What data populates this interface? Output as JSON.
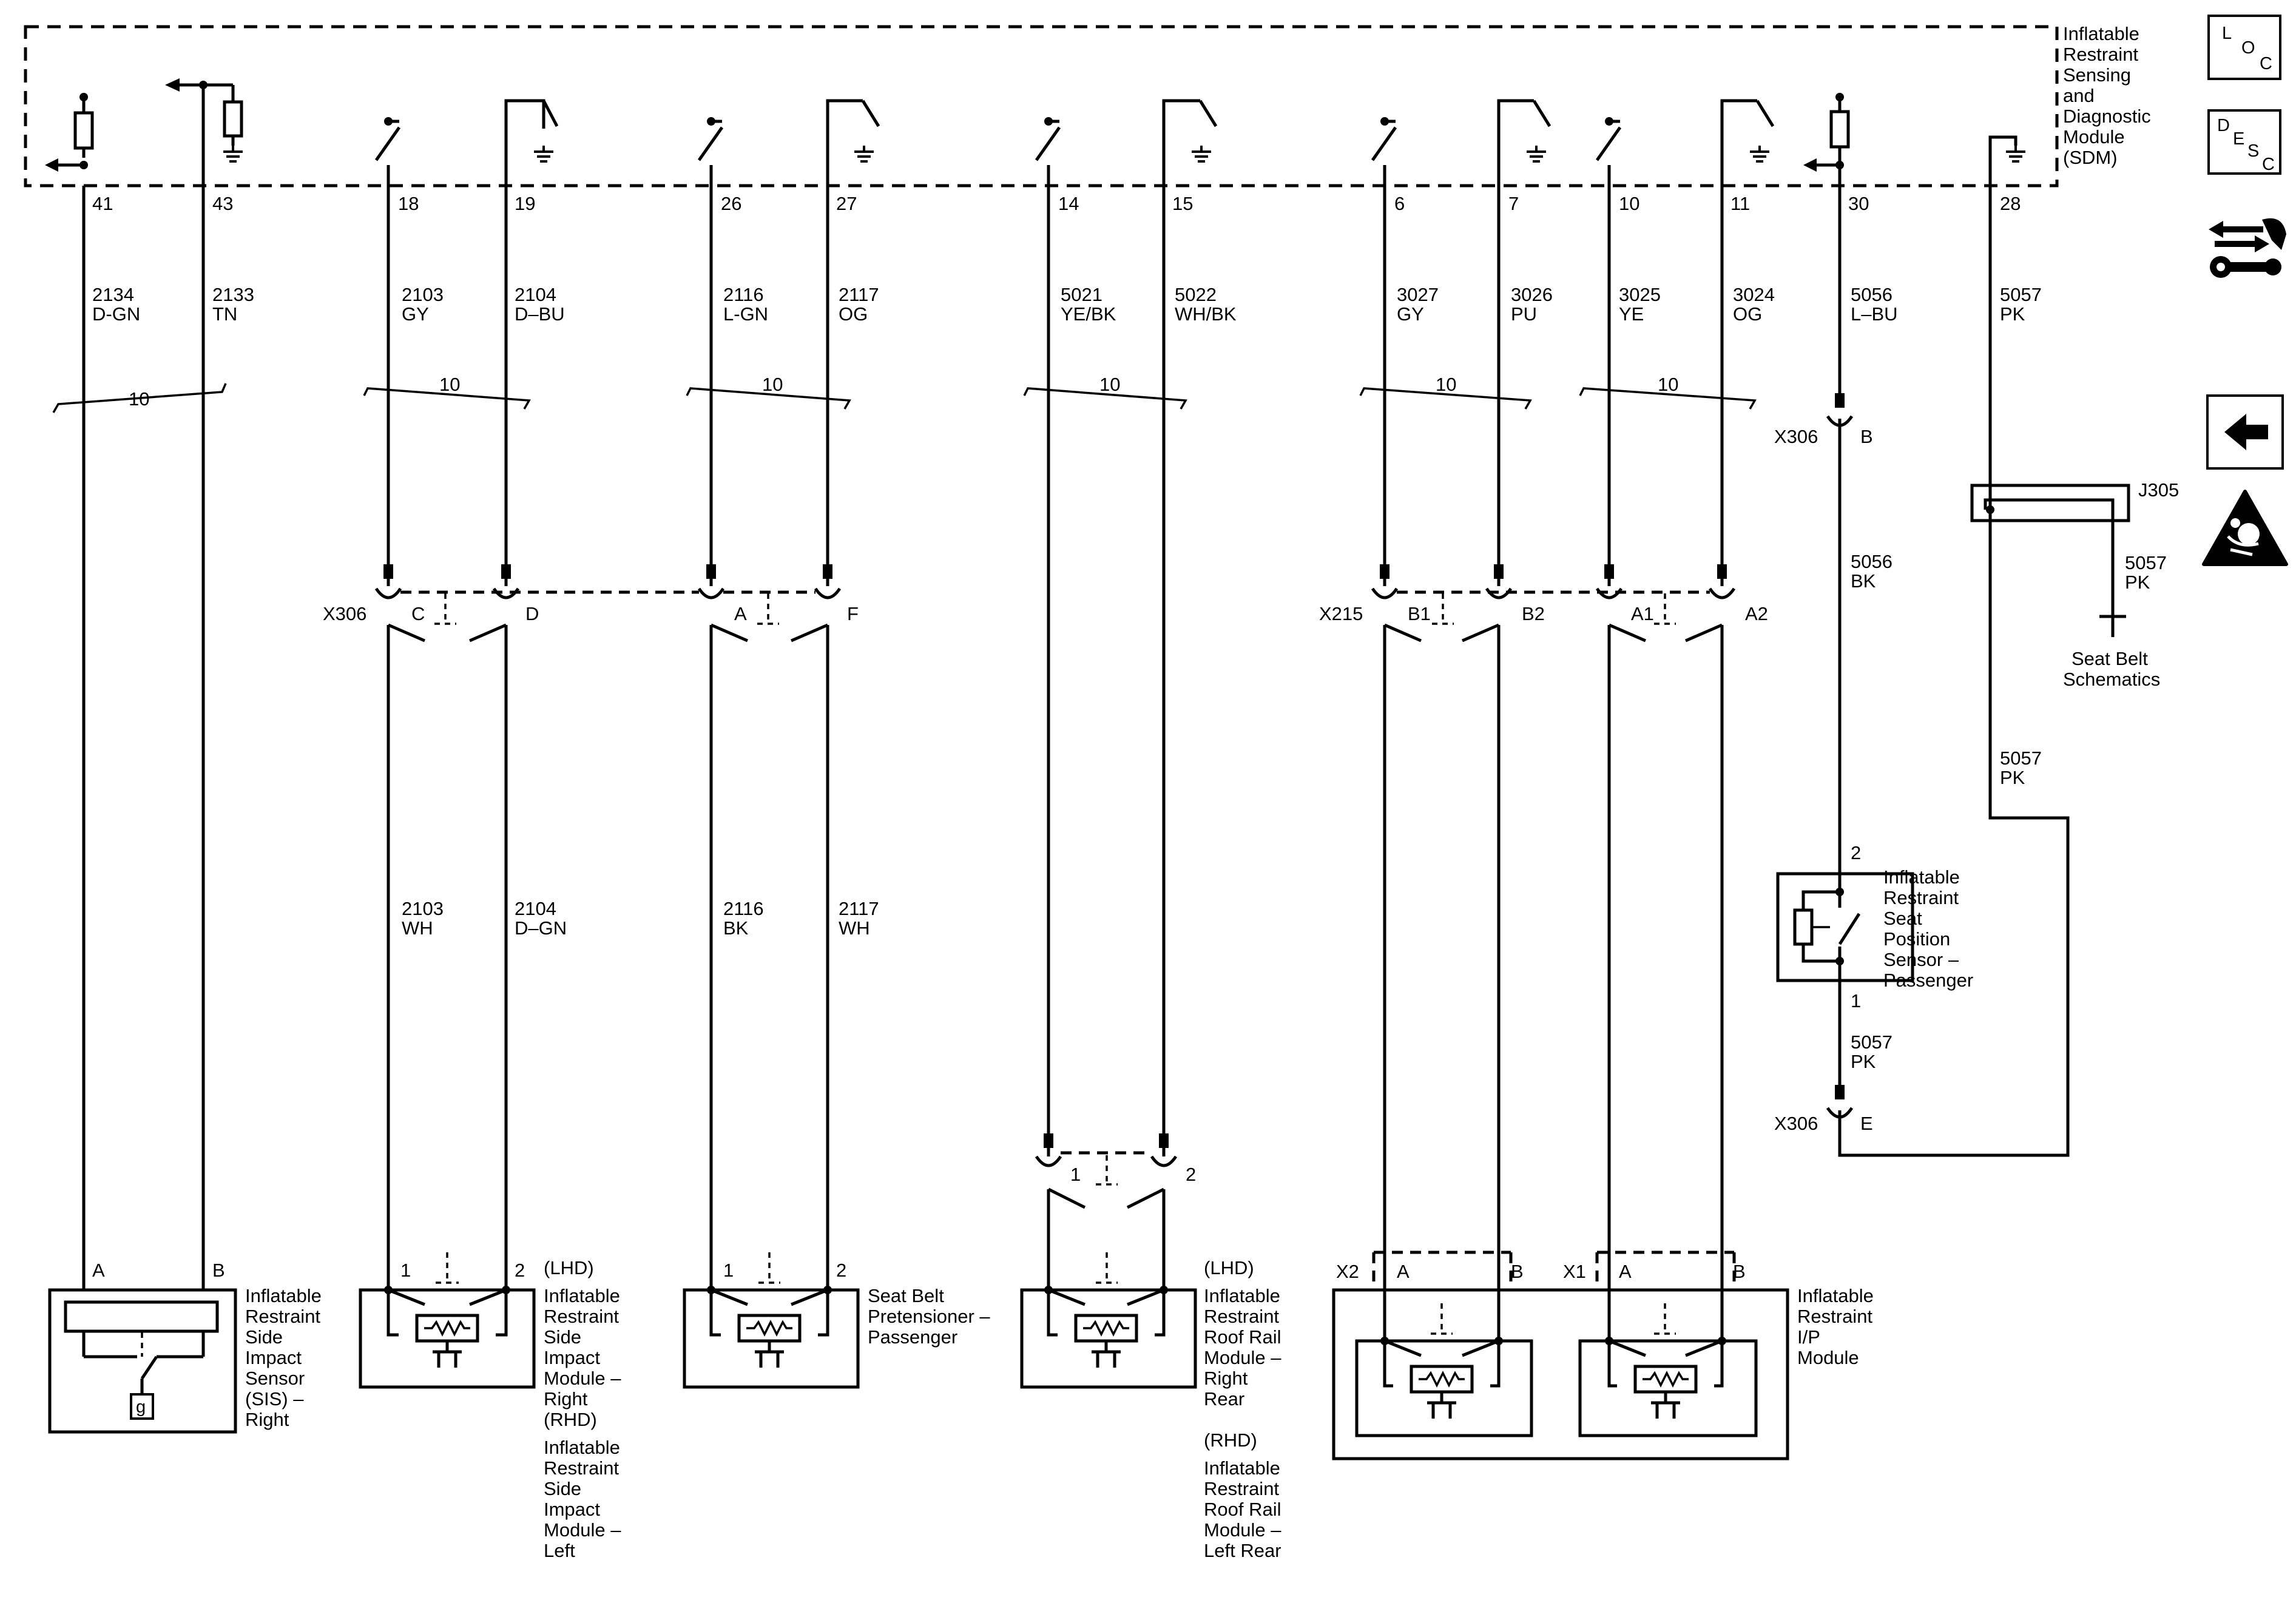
{
  "sdm_module": {
    "label_lines": [
      "Inflatable",
      "Restraint",
      "Sensing",
      "and",
      "Diagnostic",
      "Module",
      "(SDM)"
    ]
  },
  "sdm_pins": [
    "41",
    "43",
    "18",
    "19",
    "26",
    "27",
    "14",
    "15",
    "6",
    "7",
    "10",
    "11",
    "30",
    "28"
  ],
  "wires_upper": [
    {
      "id": "41",
      "circuit": "2134",
      "color": "D-GN"
    },
    {
      "id": "43",
      "circuit": "2133",
      "color": "TN"
    },
    {
      "id": "18",
      "circuit": "2103",
      "color": "GY"
    },
    {
      "id": "19",
      "circuit": "2104",
      "color": "D–BU"
    },
    {
      "id": "26",
      "circuit": "2116",
      "color": "L-GN"
    },
    {
      "id": "27",
      "circuit": "2117",
      "color": "OG"
    },
    {
      "id": "14",
      "circuit": "5021",
      "color": "YE/BK"
    },
    {
      "id": "15",
      "circuit": "5022",
      "color": "WH/BK"
    },
    {
      "id": "6",
      "circuit": "3027",
      "color": "GY"
    },
    {
      "id": "7",
      "circuit": "3026",
      "color": "PU"
    },
    {
      "id": "10",
      "circuit": "3025",
      "color": "YE"
    },
    {
      "id": "11",
      "circuit": "3024",
      "color": "OG"
    },
    {
      "id": "30",
      "circuit": "5056",
      "color": "L–BU"
    },
    {
      "id": "28",
      "circuit": "5057",
      "color": "PK"
    }
  ],
  "twist_count": "10",
  "wires_lower": [
    {
      "id": "18",
      "circuit": "2103",
      "color": "WH"
    },
    {
      "id": "19",
      "circuit": "2104",
      "color": "D–GN"
    },
    {
      "id": "26",
      "circuit": "2116",
      "color": "BK"
    },
    {
      "id": "27",
      "circuit": "2117",
      "color": "WH"
    }
  ],
  "connectors": {
    "x306": "X306",
    "x215": "X215",
    "x306_pin_c": "C",
    "x306_pin_d": "D",
    "x306_pin_a": "A",
    "x306_pin_f": "F",
    "x215_pin_b1": "B1",
    "x215_pin_b2": "B2",
    "x215_pin_a1": "A1",
    "x215_pin_a2": "A2",
    "x306_pin_b": "B",
    "x306_pin_e": "E",
    "roof_pin_1": "1",
    "roof_pin_2": "2",
    "j305": "J305"
  },
  "seat_position_circuit": {
    "upper_wire": {
      "circuit": "5056",
      "color": "BK"
    },
    "lower_wire": {
      "circuit": "5057",
      "color": "PK"
    },
    "sensor_pin_top": "2",
    "sensor_pin_bottom": "1",
    "sensor_label_lines": [
      "Inflatable",
      "Restraint",
      "Seat",
      "Position",
      "Sensor –",
      "Passenger"
    ]
  },
  "j305_branch": {
    "wire_right": {
      "circuit": "5057",
      "color": "PK"
    },
    "wire_down": {
      "circuit": "5057",
      "color": "PK"
    },
    "ref_label_lines": [
      "Seat Belt",
      "Schematics"
    ]
  },
  "components": {
    "sis_right": {
      "pin_a": "A",
      "pin_b": "B",
      "ground_label": "g",
      "label_lines": [
        "Inflatable",
        "Restraint",
        "Side",
        "Impact",
        "Sensor",
        "(SIS) –",
        "Right"
      ]
    },
    "side_impact_module": {
      "pin_1": "1",
      "pin_2": "2",
      "label_lines": [
        "(LHD)",
        "Inflatable",
        "Restraint",
        "Side",
        "Impact",
        "Module –",
        "Right",
        "(RHD)",
        "Inflatable",
        "Restraint",
        "Side",
        "Impact",
        "Module –",
        "Left"
      ]
    },
    "pretensioner": {
      "pin_1": "1",
      "pin_2": "2",
      "label_lines": [
        "Seat Belt",
        "Pretensioner –",
        "Passenger"
      ]
    },
    "roof_rail_module": {
      "label_lines": [
        "(LHD)",
        "Inflatable",
        "Restraint",
        "Roof Rail",
        "Module –",
        "Right",
        "Rear",
        "",
        "(RHD)",
        "Inflatable",
        "Restraint",
        "Roof Rail",
        "Module –",
        "Left Rear"
      ]
    },
    "ip_module": {
      "x2": "X2",
      "x1": "X1",
      "x2_pin_a": "A",
      "x2_pin_b": "B",
      "x1_pin_a": "A",
      "x1_pin_b": "B",
      "label_lines": [
        "Inflatable",
        "Restraint",
        "I/P",
        "Module"
      ]
    }
  },
  "nav": {
    "loc_l": "L",
    "loc_o": "O",
    "loc_c": "C",
    "desc_d": "D",
    "desc_e": "E",
    "desc_s": "S",
    "desc_c": "C"
  }
}
